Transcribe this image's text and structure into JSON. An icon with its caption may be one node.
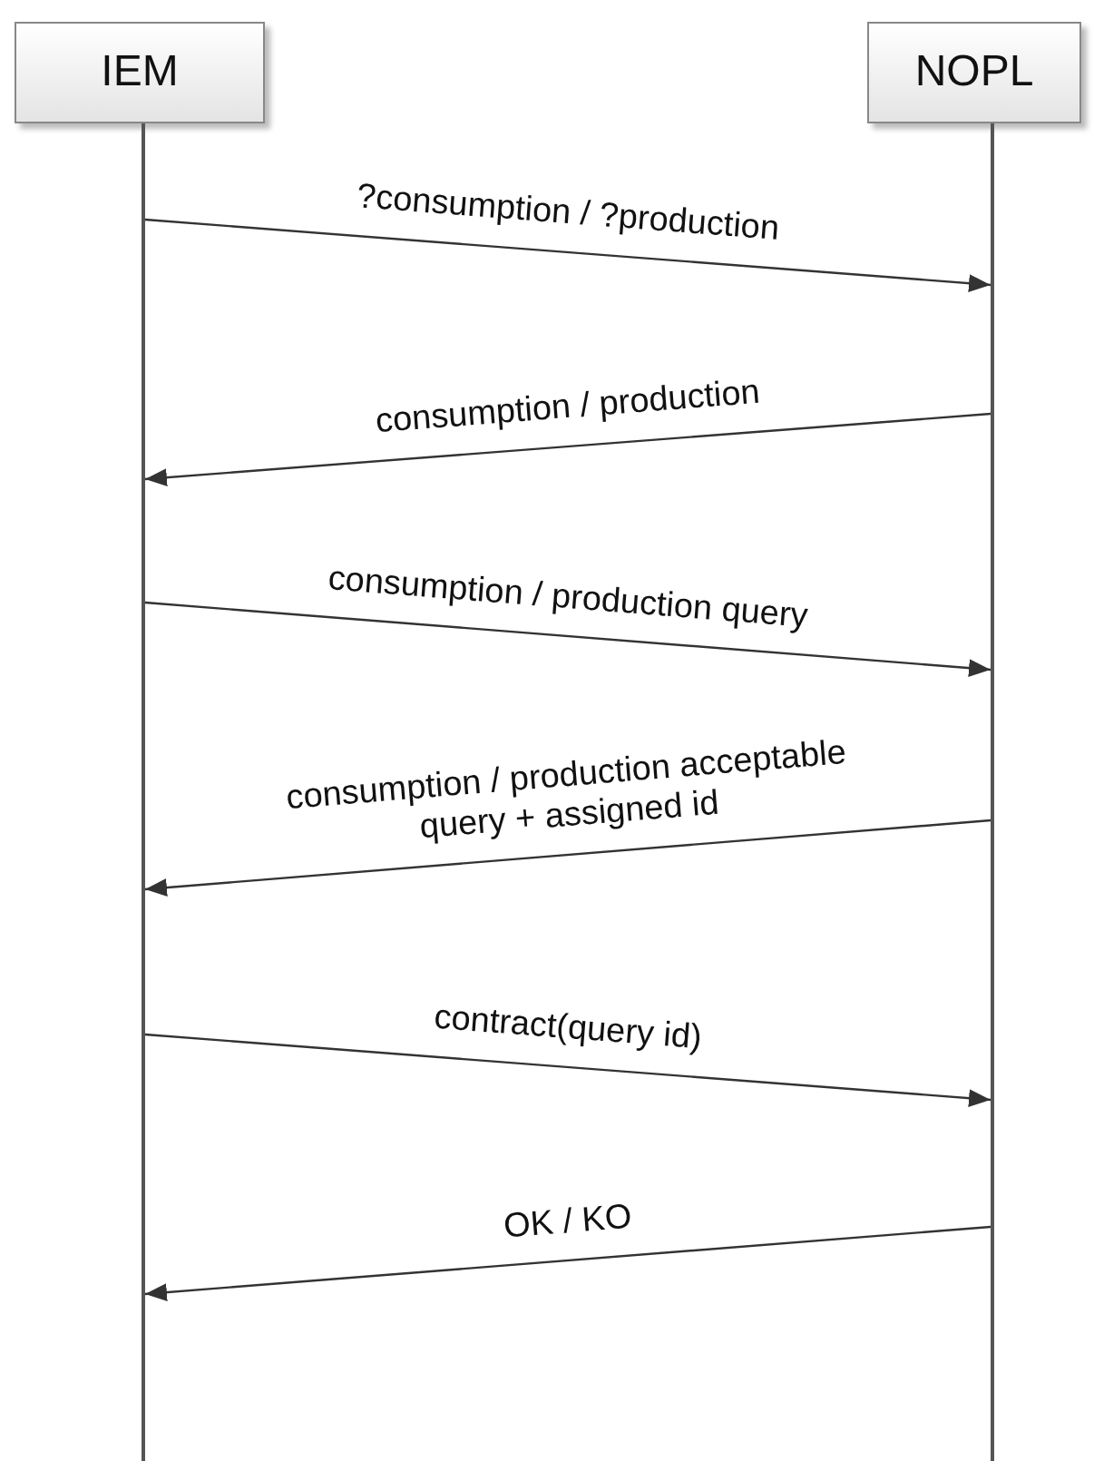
{
  "diagram": {
    "nodes": [
      {
        "text": [
          "IEM"
        ]
      },
      {
        "text": [
          "NOPL"
        ]
      },
      {
        "text": [],
        "shape": "bar"
      },
      {
        "text": [],
        "shape": "bar"
      }
    ],
    "edges": [
      {
        "from": 2,
        "to": 3,
        "arrow": "to",
        "label": "?consumption / ?production"
      },
      {
        "from": 3,
        "to": 2,
        "arrow": "to",
        "label": "consumption / production"
      },
      {
        "from": 2,
        "to": 3,
        "arrow": "to",
        "label": "consumption / production query"
      },
      {
        "from": 3,
        "to": 2,
        "arrow": "to",
        "label": "consumption / production acceptable query + assigned id"
      },
      {
        "from": 2,
        "to": 3,
        "arrow": "to",
        "label": "contract(query id)"
      },
      {
        "from": 3,
        "to": 2,
        "arrow": "to",
        "label": "OK / KO"
      }
    ]
  }
}
